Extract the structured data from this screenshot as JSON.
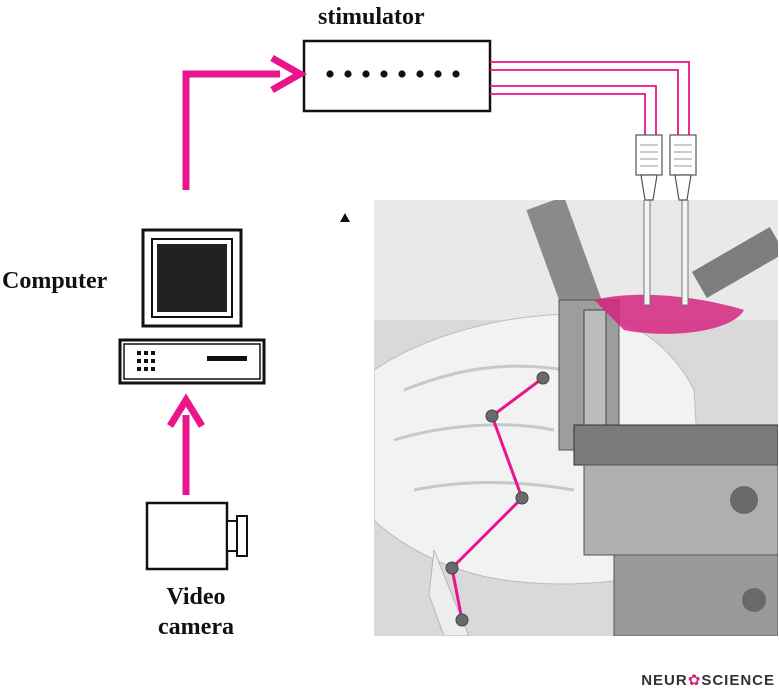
{
  "labels": {
    "stimulator": "stimulator",
    "computer": "Computer",
    "video_line1": "Video",
    "video_line2": "camera"
  },
  "brand": {
    "prefix": "NEUR",
    "suffix": "SCIENCE"
  },
  "colors": {
    "accent": "#e8168a",
    "line": "#111111"
  }
}
